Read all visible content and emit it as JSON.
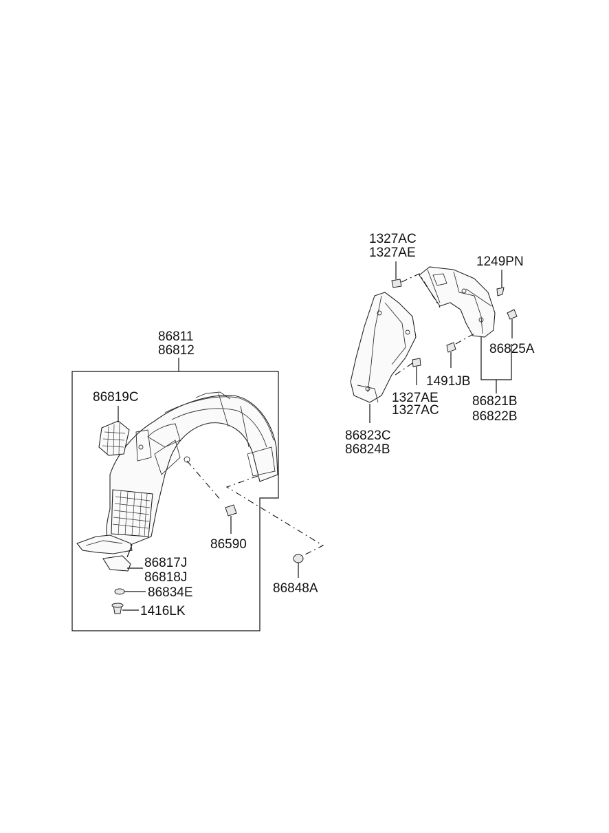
{
  "labels": {
    "front_liner_l": "86811",
    "front_liner_r": "86812",
    "front_insulator": "86819C",
    "front_clip": "86590",
    "front_bracket_l": "86817J",
    "front_bracket_r": "86818J",
    "front_washer": "86834E",
    "front_screw": "1416LK",
    "mount_clip": "86848A",
    "rear_nut_top_1": "1327AC",
    "rear_nut_top_2": "1327AE",
    "rear_screw": "1249PN",
    "rear_clip_a": "86825A",
    "rear_clip_b": "1491JB",
    "rear_nut_bot_1": "1327AE",
    "rear_nut_bot_2": "1327AC",
    "rear_liner_l": "86821B",
    "rear_liner_r": "86822B",
    "rear_guard_l": "86823C",
    "rear_guard_r": "86824B"
  }
}
